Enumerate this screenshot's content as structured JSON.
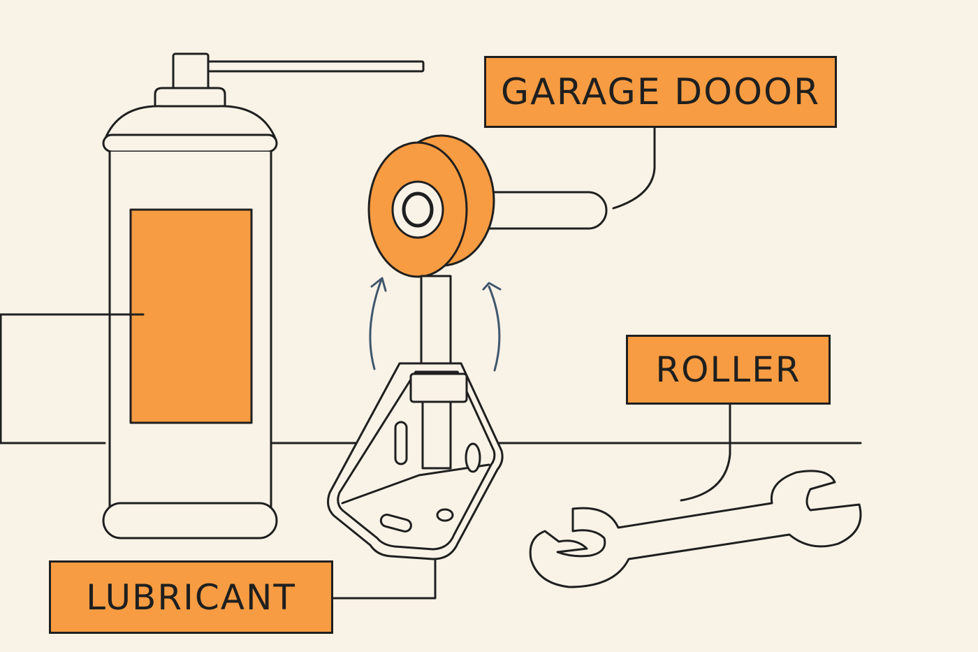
{
  "labels": {
    "garage_door": "GARAGE DOOOR",
    "roller": "ROLLER",
    "lubricant": "LUBRICANT"
  },
  "colors": {
    "background": "#f9f2e7",
    "accent": "#f79c42",
    "ink": "#1f1f1f",
    "arrow": "#3f566d"
  },
  "icons": [
    "spray-can-icon",
    "roller-wheel-icon",
    "mounting-bracket-icon",
    "wrench-icon",
    "up-arrow-icon"
  ]
}
